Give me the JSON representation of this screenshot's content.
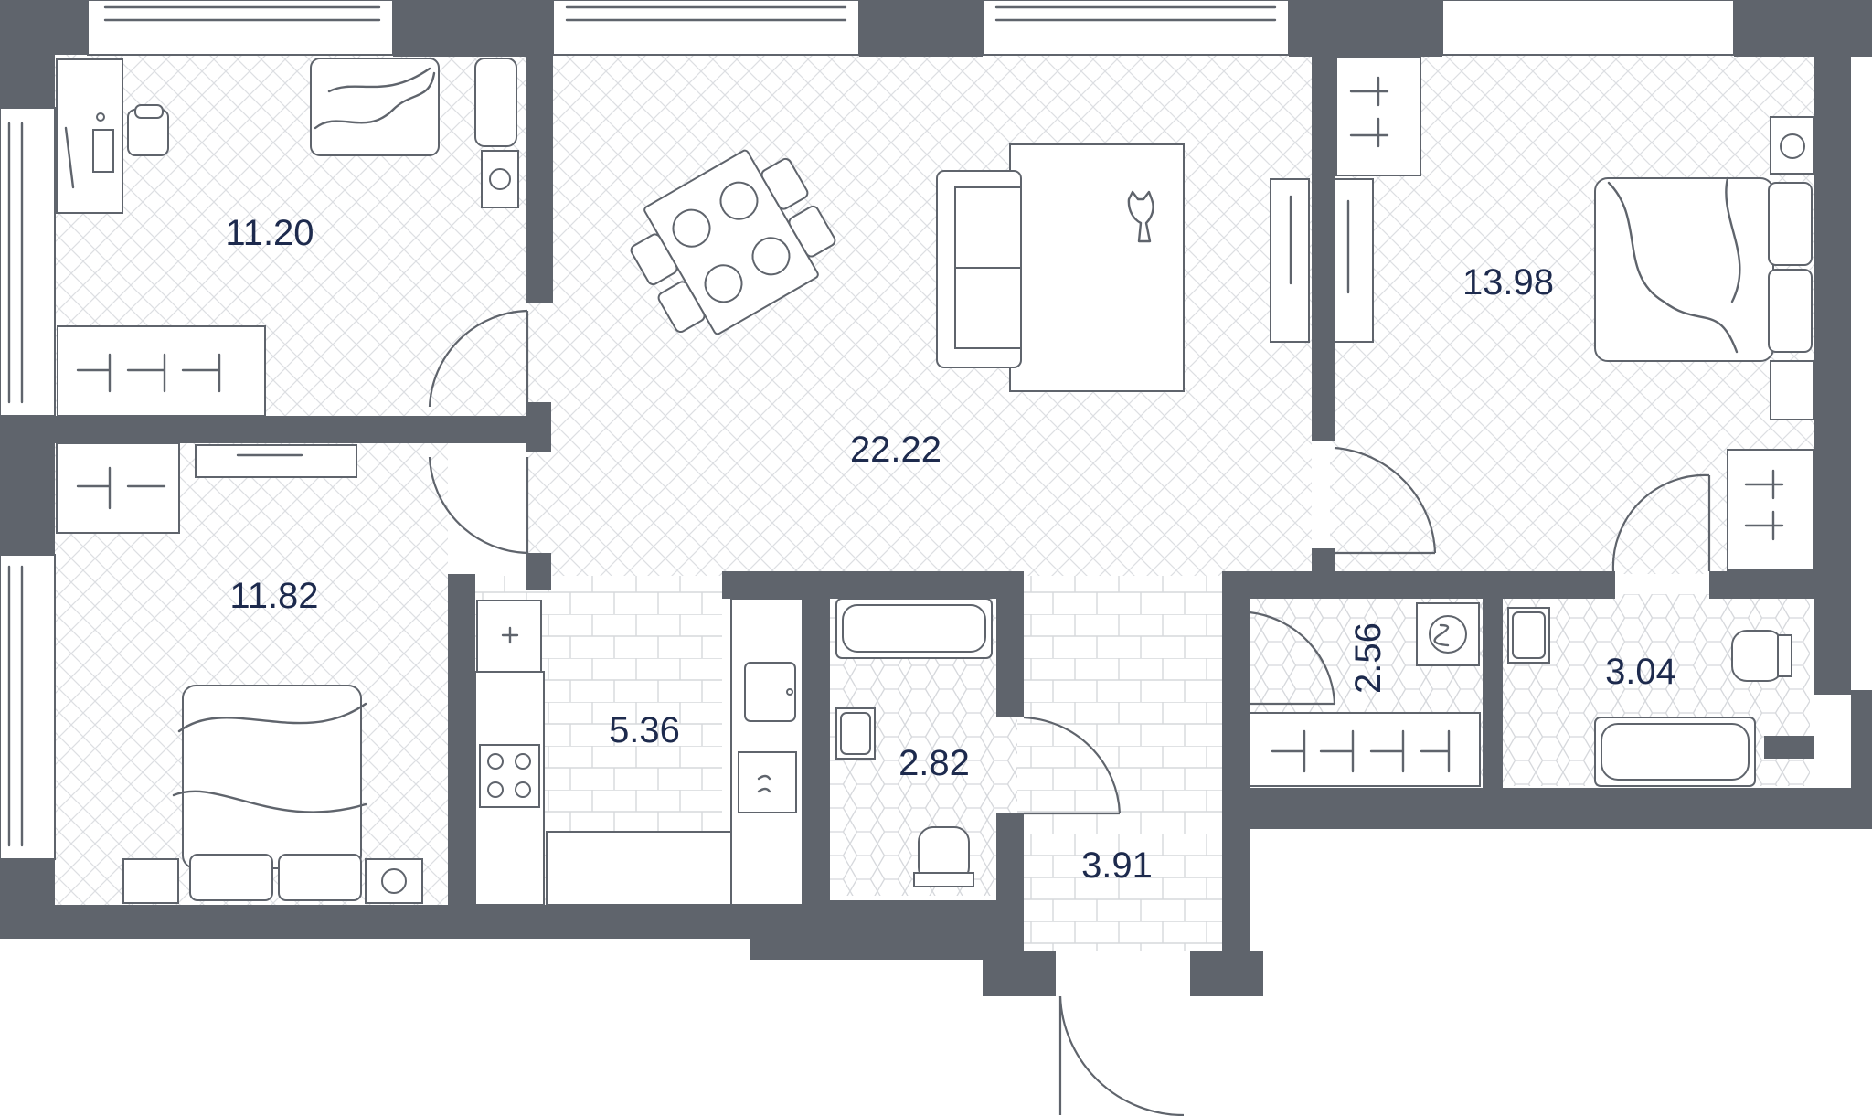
{
  "rooms": [
    {
      "id": "bedroom-top-left",
      "area": "11.20",
      "floor": "parquet"
    },
    {
      "id": "bedroom-bottom-left",
      "area": "11.82",
      "floor": "parquet"
    },
    {
      "id": "living-room",
      "area": "22.22",
      "floor": "parquet"
    },
    {
      "id": "bedroom-right",
      "area": "13.98",
      "floor": "parquet"
    },
    {
      "id": "kitchen",
      "area": "5.36",
      "floor": "brick-tile"
    },
    {
      "id": "bathroom",
      "area": "2.82",
      "floor": "hex-tile"
    },
    {
      "id": "hallway",
      "area": "3.91",
      "floor": "brick-tile"
    },
    {
      "id": "laundry",
      "area": "2.56",
      "floor": "hex-tile"
    },
    {
      "id": "bathroom-right",
      "area": "3.04",
      "floor": "hex-tile"
    }
  ],
  "colors": {
    "wall": "#5f646c",
    "label": "#1d2a4d",
    "floor_pattern": "#dcdee2",
    "background": "#ffffff"
  },
  "icons": [
    "bed-icon",
    "sofa-icon",
    "dining-table-icon",
    "desk-icon",
    "chair-icon",
    "wardrobe-icon",
    "bathtub-icon",
    "toilet-icon",
    "sink-icon",
    "stove-icon",
    "washing-machine-icon",
    "cat-icon"
  ]
}
